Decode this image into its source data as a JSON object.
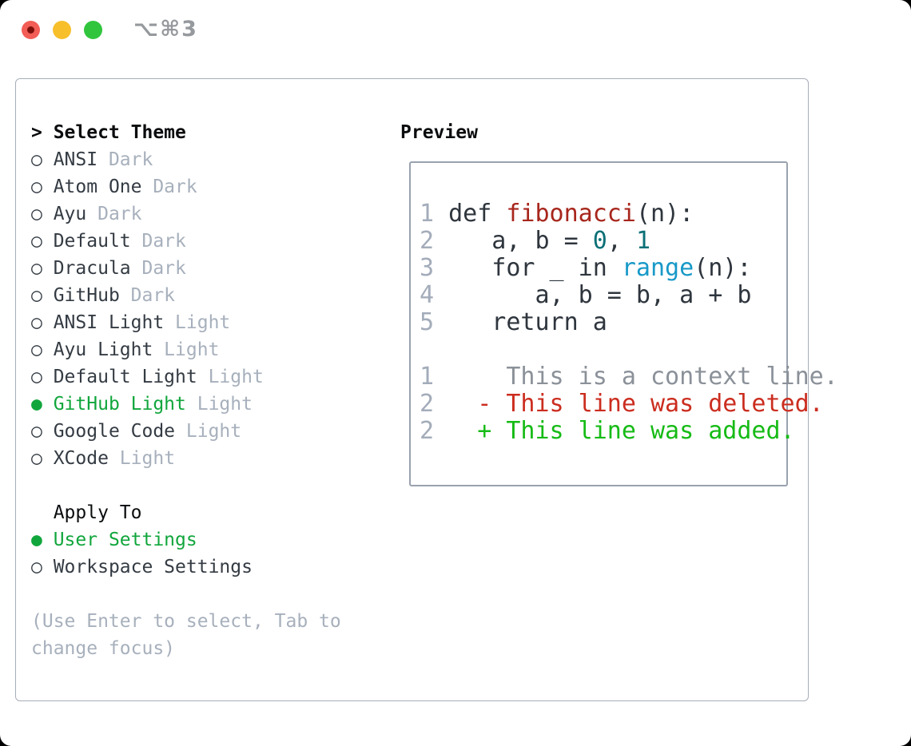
{
  "window": {
    "title": "⌥⌘3"
  },
  "theme_picker": {
    "header_prefix": "> ",
    "header": "Select Theme",
    "markers": {
      "selected": "●",
      "unselected": "○"
    },
    "themes": [
      {
        "name": "ANSI",
        "variant": "Dark",
        "selected": false
      },
      {
        "name": "Atom One",
        "variant": "Dark",
        "selected": false
      },
      {
        "name": "Ayu",
        "variant": "Dark",
        "selected": false
      },
      {
        "name": "Default",
        "variant": "Dark",
        "selected": false
      },
      {
        "name": "Dracula",
        "variant": "Dark",
        "selected": false
      },
      {
        "name": "GitHub",
        "variant": "Dark",
        "selected": false
      },
      {
        "name": "ANSI Light",
        "variant": "Light",
        "selected": false
      },
      {
        "name": "Ayu Light",
        "variant": "Light",
        "selected": false
      },
      {
        "name": "Default Light",
        "variant": "Light",
        "selected": false
      },
      {
        "name": "GitHub Light",
        "variant": "Light",
        "selected": true
      },
      {
        "name": "Google Code",
        "variant": "Light",
        "selected": false
      },
      {
        "name": "XCode",
        "variant": "Light",
        "selected": false
      }
    ],
    "apply_to": {
      "header": "Apply To",
      "options": [
        {
          "label": "User Settings",
          "selected": true
        },
        {
          "label": "Workspace Settings",
          "selected": false
        }
      ]
    },
    "hint_lines": [
      "(Use Enter to select, Tab to",
      "change focus)"
    ]
  },
  "preview": {
    "header": "Preview",
    "lines": [
      {
        "tokens": [
          {
            "s": "ln",
            "t": "1 "
          },
          {
            "s": "code",
            "t": "def "
          },
          {
            "s": "fn",
            "t": "fibonacci"
          },
          {
            "s": "code",
            "t": "(n):"
          }
        ]
      },
      {
        "tokens": [
          {
            "s": "ln",
            "t": "2"
          },
          {
            "s": "code",
            "t": "    a, b = "
          },
          {
            "s": "num",
            "t": "0"
          },
          {
            "s": "code",
            "t": ", "
          },
          {
            "s": "num",
            "t": "1"
          }
        ]
      },
      {
        "tokens": [
          {
            "s": "ln",
            "t": "3"
          },
          {
            "s": "code",
            "t": "    for _ in "
          },
          {
            "s": "bi",
            "t": "range"
          },
          {
            "s": "code",
            "t": "(n):"
          }
        ]
      },
      {
        "tokens": [
          {
            "s": "ln",
            "t": "4"
          },
          {
            "s": "code",
            "t": "       a, b = b, a + b"
          }
        ]
      },
      {
        "tokens": [
          {
            "s": "ln",
            "t": "5"
          },
          {
            "s": "code",
            "t": "    return a"
          }
        ]
      },
      {
        "tokens": []
      },
      {
        "tokens": [
          {
            "s": "ln",
            "t": "1"
          },
          {
            "s": "ctx",
            "t": "     This is a context line."
          }
        ]
      },
      {
        "tokens": [
          {
            "s": "ln",
            "t": "2"
          },
          {
            "s": "del",
            "t": "   - This line was deleted."
          }
        ]
      },
      {
        "tokens": [
          {
            "s": "ln",
            "t": "2"
          },
          {
            "s": "add",
            "t": "   + This line was added."
          }
        ]
      }
    ]
  },
  "colors": {
    "window_bg": "#ffffff",
    "accent_green": "#11a63c",
    "text_dark": "#343b43",
    "text_black": "#0a0c0e",
    "muted_gray": "#a7b0bc",
    "line_number": "#a3acba",
    "code_default": "#2e353d",
    "code_function": "#a7261c",
    "code_number": "#0b7077",
    "code_builtin": "#1899c8",
    "diff_context": "#8b9199",
    "diff_deleted": "#cb2d1f",
    "diff_added": "#16bb16",
    "panel_border": "#a7aeb9",
    "preview_border": "#99a2ae",
    "light_close": "#f25d56",
    "light_close_dot": "#7c0f0a",
    "light_minimize": "#f7bf2a",
    "light_zoom": "#31c53e",
    "title_gray": "#96999d"
  }
}
